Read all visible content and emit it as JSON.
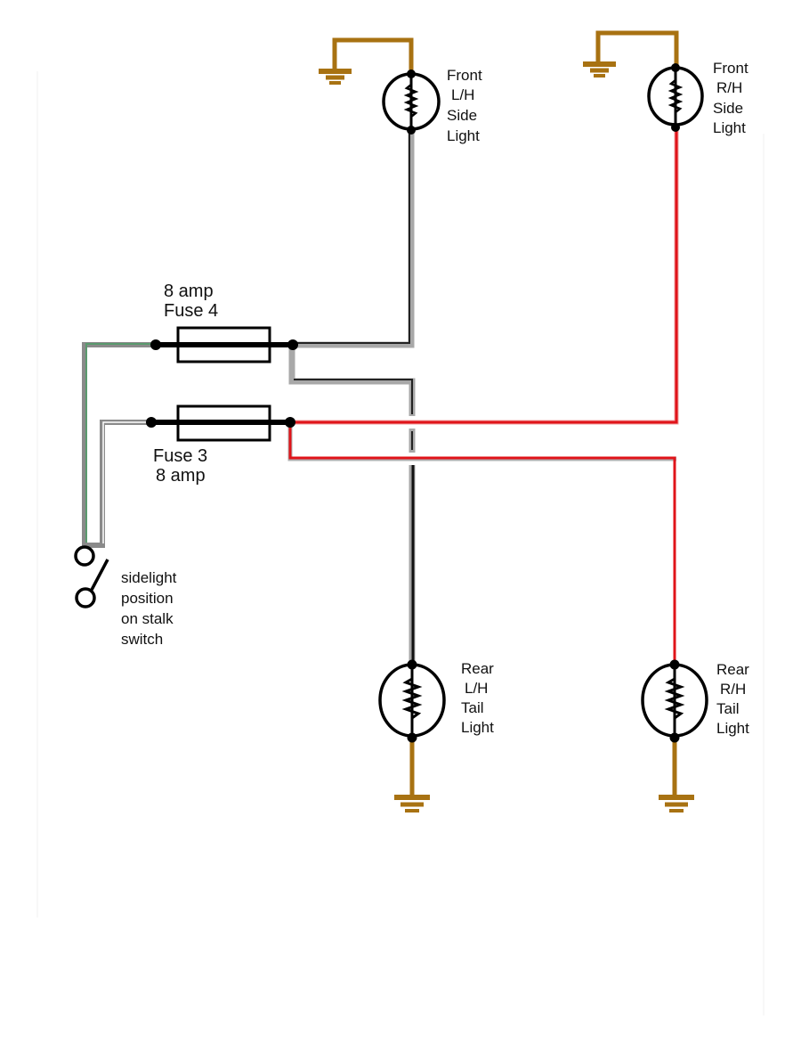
{
  "diagram": {
    "title": "Sidelight wiring diagram",
    "colors": {
      "ground": "#a87212",
      "wire_grey_outer": "#a8a8a8",
      "wire_black": "#111111",
      "wire_red": "#e0141a",
      "wire_green": "#5a9a6e",
      "component": "#000000"
    },
    "components": {
      "front_lh": {
        "lines": [
          "Front",
          "L/H",
          "Side",
          "Light"
        ]
      },
      "front_rh": {
        "lines": [
          "Front",
          "R/H",
          "Side",
          "Light"
        ]
      },
      "rear_lh": {
        "lines": [
          "Rear",
          "L/H",
          "Tail",
          "Light"
        ]
      },
      "rear_rh": {
        "lines": [
          "Rear",
          "R/H",
          "Tail",
          "Light"
        ]
      },
      "fuse4": {
        "lines": [
          "8 amp",
          "Fuse 4"
        ]
      },
      "fuse3": {
        "lines": [
          "Fuse 3",
          "8 amp"
        ]
      },
      "switch": {
        "lines": [
          "sidelight",
          "position",
          "on stalk",
          "switch"
        ]
      }
    }
  }
}
